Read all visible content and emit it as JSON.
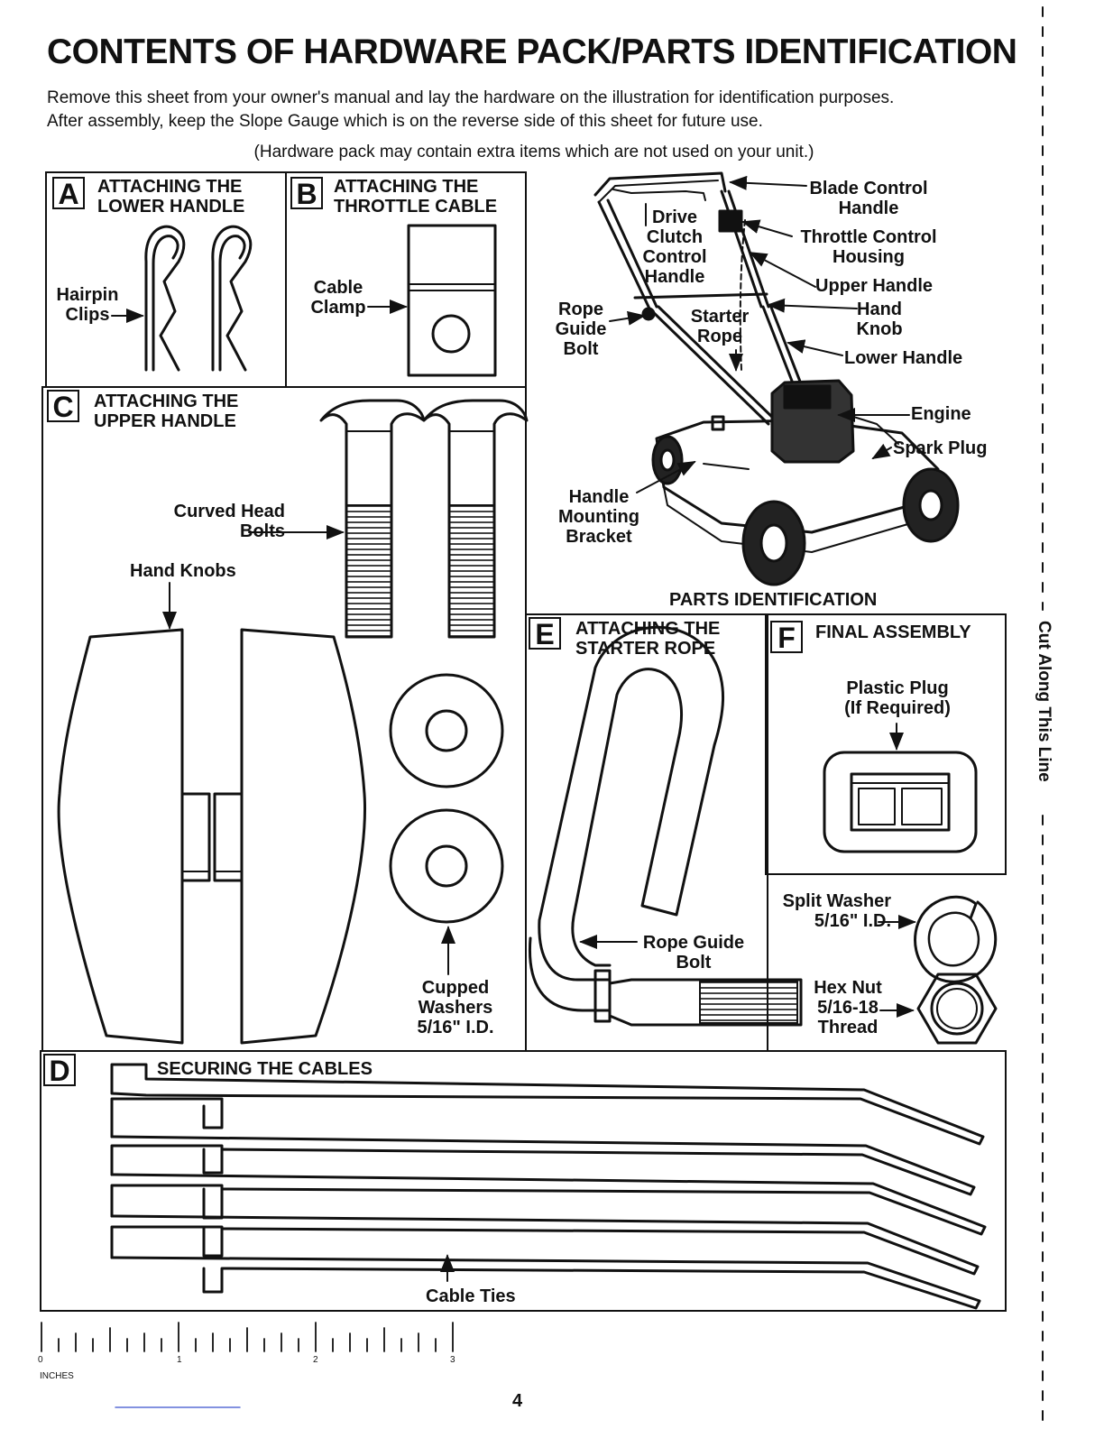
{
  "header": {
    "title": "CONTENTS OF HARDWARE PACK/PARTS IDENTIFICATION",
    "intro_line1": "Remove this sheet from your owner's manual and lay the hardware on the illustration for identification purposes.",
    "intro_line2": "After assembly, keep the Slope Gauge which is on the reverse side of this sheet for future use.",
    "note": "(Hardware pack may contain extra items which are not used on your unit.)"
  },
  "panels": {
    "a": {
      "letter": "A",
      "title": "ATTACHING THE\nLOWER HANDLE",
      "label_hairpin": "Hairpin\nClips"
    },
    "b": {
      "letter": "B",
      "title": "ATTACHING THE\nTHROTTLE CABLE",
      "label_clamp": "Cable\nClamp"
    },
    "c": {
      "letter": "C",
      "title": "ATTACHING THE\nUPPER HANDLE",
      "label_bolts": "Curved Head\nBolts",
      "label_knobs": "Hand Knobs",
      "label_washers": "Cupped\nWashers\n5/16\" I.D."
    },
    "d": {
      "letter": "D",
      "title": "SECURING THE CABLES",
      "label_ties": "Cable Ties"
    },
    "e": {
      "letter": "E",
      "title": "ATTACHING THE\nSTARTER ROPE",
      "label_rope_bolt": "Rope Guide\nBolt"
    },
    "f": {
      "letter": "F",
      "title": "FINAL ASSEMBLY",
      "label_plug": "Plastic Plug\n(If Required)"
    }
  },
  "extras": {
    "split_washer": "Split Washer\n5/16\" I.D.",
    "hex_nut": "Hex Nut\n5/16-18\nThread"
  },
  "parts_identification": {
    "caption": "PARTS IDENTIFICATION",
    "labels": {
      "blade_control": "Blade Control\nHandle",
      "drive_clutch": "Drive\nClutch\nControl\nHandle",
      "throttle_control": "Throttle Control\nHousing",
      "upper_handle": "Upper Handle",
      "rope_guide_bolt": "Rope\nGuide\nBolt",
      "starter_rope": "Starter\nRope",
      "hand_knob": "Hand\nKnob",
      "lower_handle": "Lower Handle",
      "engine": "Engine",
      "spark_plug": "Spark Plug",
      "handle_mounting_bracket": "Handle\nMounting\nBracket"
    }
  },
  "cut_line": "Cut Along This Line",
  "ruler": {
    "ticks": [
      "0",
      "1",
      "2",
      "3"
    ],
    "unit": "INCHES"
  },
  "page_number": "4"
}
